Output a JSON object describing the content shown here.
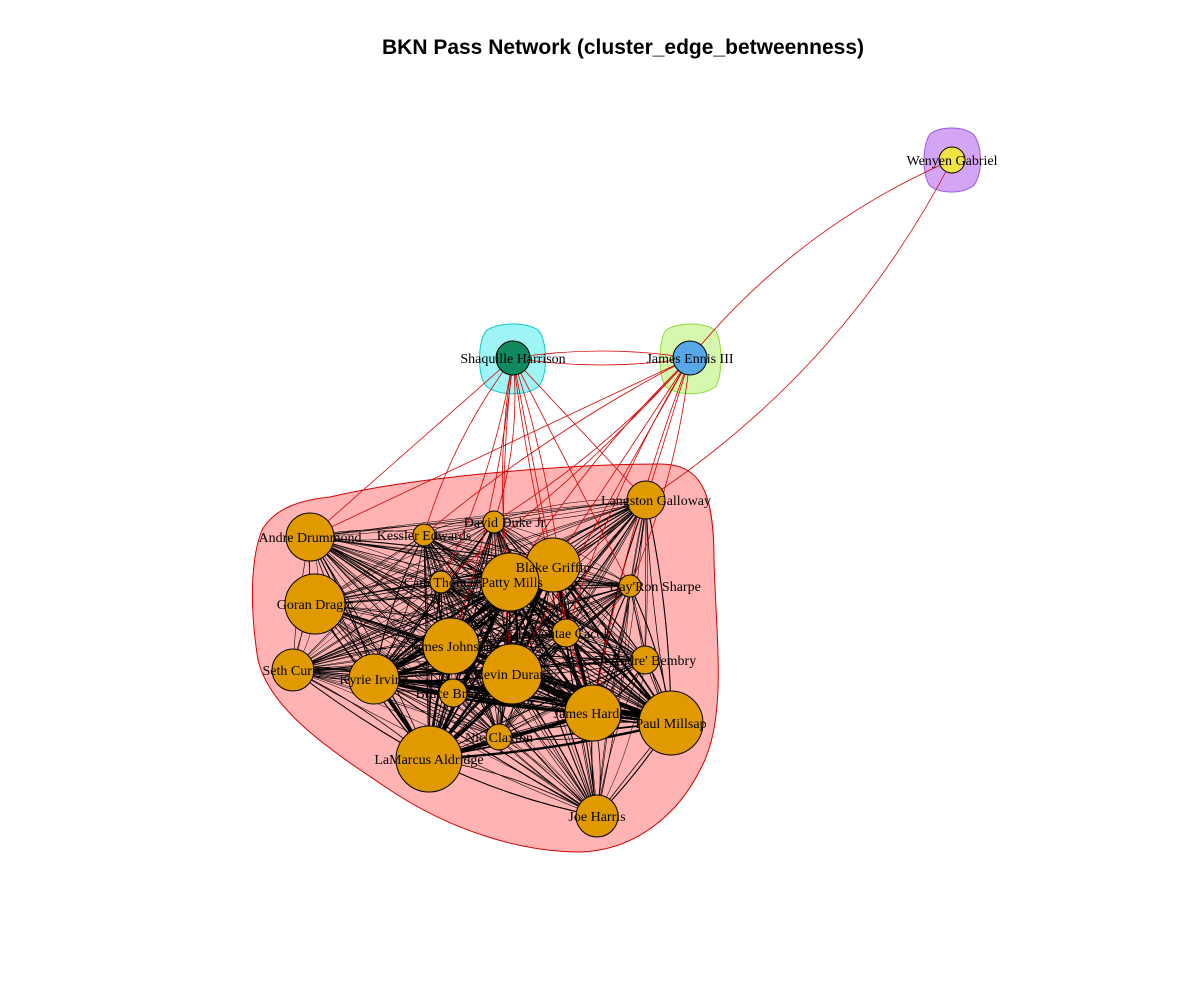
{
  "title": "BKN Pass Network (cluster_edge_betweenness)",
  "colors": {
    "main_cluster_fill": "#FFB3B3",
    "main_cluster_stroke": "#D40000",
    "harrison_cluster_fill": "#9FF5F5",
    "ennis_cluster_fill": "#D6F7AE",
    "gabriel_cluster_fill": "#D4A5F5",
    "main_node": "#E09A00",
    "harrison_node": "#0E8A5E",
    "ennis_node": "#56A8E8",
    "gabriel_node": "#F0E442",
    "inter_cluster_edge": "#D40000",
    "intra_cluster_edge": "#000000"
  },
  "clusters": [
    {
      "id": "main",
      "members": [
        "Andre Drummond",
        "Kessler Edwards",
        "David Duke Jr.",
        "Langston Galloway",
        "Goran Dragic",
        "Cam Thomas",
        "Patty Mills",
        "Blake Griffin",
        "Day'Ron Sharpe",
        "Seth Curry",
        "James Johnson",
        "Kyrie Irving",
        "Kevin Durant",
        "Devontae Cacok",
        "DeAndre' Bembry",
        "Bruce Brown",
        "James Harden",
        "Paul Millsap",
        "Nic Claxton",
        "LaMarcus Aldridge",
        "Joe Harris"
      ]
    },
    {
      "id": "harrison",
      "members": [
        "Shaquille Harrison"
      ]
    },
    {
      "id": "ennis",
      "members": [
        "James Ennis III"
      ]
    },
    {
      "id": "gabriel",
      "members": [
        "Wenyen Gabriel"
      ]
    }
  ],
  "nodes": [
    {
      "id": "gabriel",
      "label": "Wenyen Gabriel",
      "cluster": "gabriel"
    },
    {
      "id": "harrison",
      "label": "Shaquille Harrison",
      "cluster": "harrison"
    },
    {
      "id": "ennis",
      "label": "James Ennis III",
      "cluster": "ennis"
    },
    {
      "id": "galloway",
      "label": "Langston Galloway",
      "cluster": "main"
    },
    {
      "id": "drummond",
      "label": "Andre Drummond",
      "cluster": "main"
    },
    {
      "id": "edwards",
      "label": "Kessler Edwards",
      "cluster": "main"
    },
    {
      "id": "duke",
      "label": "David Duke Jr.",
      "cluster": "main"
    },
    {
      "id": "griffin",
      "label": "Blake Griffin",
      "cluster": "main"
    },
    {
      "id": "mills",
      "label": "Patty Mills",
      "cluster": "main"
    },
    {
      "id": "thomas",
      "label": "Cam Thomas",
      "cluster": "main"
    },
    {
      "id": "sharpe",
      "label": "Day'Ron Sharpe",
      "cluster": "main"
    },
    {
      "id": "dragic",
      "label": "Goran Dragic",
      "cluster": "main"
    },
    {
      "id": "cacok",
      "label": "Devontae Cacok",
      "cluster": "main"
    },
    {
      "id": "johnson",
      "label": "James Johnson",
      "cluster": "main"
    },
    {
      "id": "bembry",
      "label": "DeAndre' Bembry",
      "cluster": "main"
    },
    {
      "id": "curry",
      "label": "Seth Curry",
      "cluster": "main"
    },
    {
      "id": "irving",
      "label": "Kyrie Irving",
      "cluster": "main"
    },
    {
      "id": "durant",
      "label": "Kevin Durant",
      "cluster": "main"
    },
    {
      "id": "brown",
      "label": "Bruce Brown",
      "cluster": "main"
    },
    {
      "id": "harden",
      "label": "James Harden",
      "cluster": "main"
    },
    {
      "id": "millsap",
      "label": "Paul Millsap",
      "cluster": "main"
    },
    {
      "id": "claxton",
      "label": "Nic Claxton",
      "cluster": "main"
    },
    {
      "id": "aldridge",
      "label": "LaMarcus Aldridge",
      "cluster": "main"
    },
    {
      "id": "harris",
      "label": "Joe Harris",
      "cluster": "main"
    }
  ],
  "inter_cluster_edges": [
    [
      "gabriel",
      "ennis"
    ],
    [
      "gabriel",
      "galloway"
    ],
    [
      "harrison",
      "ennis"
    ],
    [
      "ennis",
      "harrison"
    ],
    [
      "harrison",
      "drummond"
    ],
    [
      "harrison",
      "edwards"
    ],
    [
      "harrison",
      "duke"
    ],
    [
      "harrison",
      "griffin"
    ],
    [
      "harrison",
      "mills"
    ],
    [
      "harrison",
      "thomas"
    ],
    [
      "harrison",
      "galloway"
    ],
    [
      "harrison",
      "harden"
    ],
    [
      "harrison",
      "cacok"
    ],
    [
      "harrison",
      "sharpe"
    ],
    [
      "harrison",
      "durant"
    ],
    [
      "harrison",
      "johnson"
    ],
    [
      "ennis",
      "drummond"
    ],
    [
      "ennis",
      "edwards"
    ],
    [
      "ennis",
      "duke"
    ],
    [
      "ennis",
      "griffin"
    ],
    [
      "ennis",
      "mills"
    ],
    [
      "ennis",
      "thomas"
    ],
    [
      "ennis",
      "galloway"
    ],
    [
      "ennis",
      "harden"
    ],
    [
      "ennis",
      "sharpe"
    ],
    [
      "ennis",
      "durant"
    ],
    [
      "ennis",
      "cacok"
    ]
  ]
}
